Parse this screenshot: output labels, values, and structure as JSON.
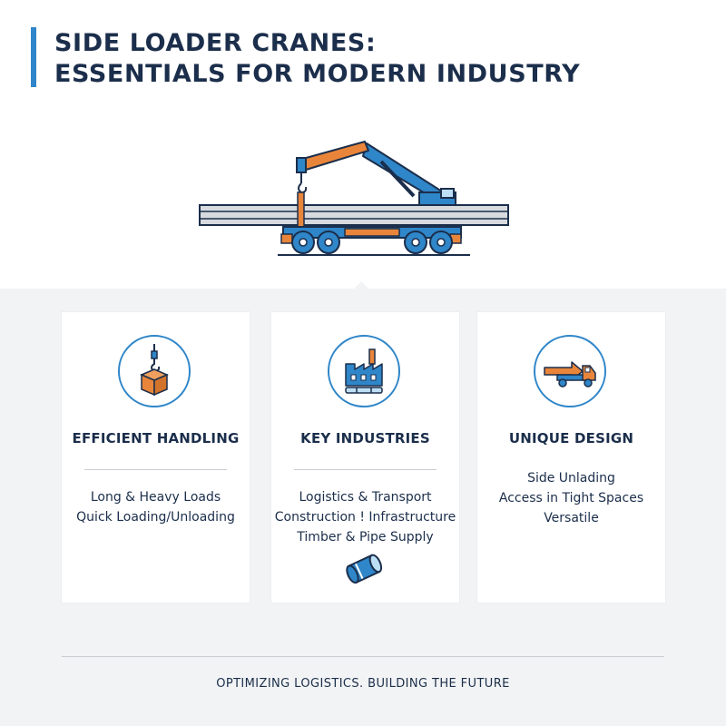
{
  "header": {
    "title_line1": "SIDE LOADER CRANES:",
    "title_line2": "ESSENTIALS FOR MODERN INDUSTRY"
  },
  "hero": {
    "icon": "side-loader-crane-truck"
  },
  "colors": {
    "accent_blue": "#2f86c9",
    "accent_orange": "#e9853a",
    "text_navy": "#1b2e4b"
  },
  "cards": [
    {
      "icon": "crane-hook-box-icon",
      "title": "EFFICIENT HANDLING",
      "items": [
        "Long & Heavy Loads",
        "Quick Loading/Unloading"
      ]
    },
    {
      "icon": "factory-icon",
      "title": "KEY INDUSTRIES",
      "items": [
        "Logistics & Transport",
        "Construction ! Infrastructure",
        "Timber & Pipe Supply"
      ]
    },
    {
      "icon": "truck-arrow-icon",
      "title": "UNIQUE DESIGN",
      "items": [
        "Side Unlading",
        "Access in Tight Spaces",
        "Versatile"
      ]
    }
  ],
  "footer": {
    "tagline": "OPTIMIZING LOGISTICS. BUILDING THE FUTURE"
  }
}
